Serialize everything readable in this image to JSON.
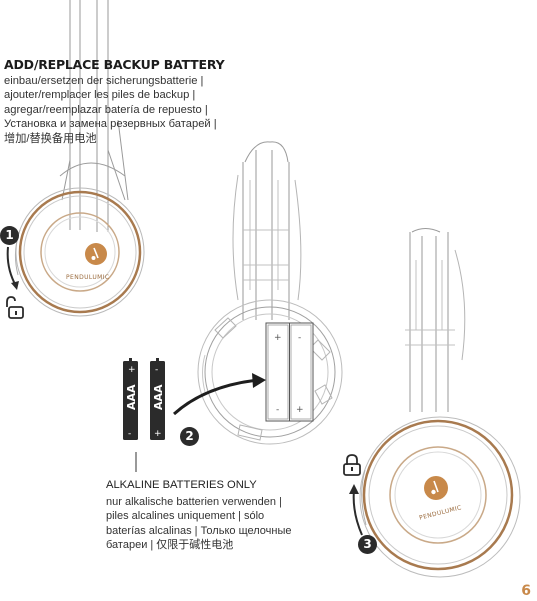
{
  "heading": {
    "title": "ADD/REPLACE BACKUP BATTERY",
    "translations": [
      "einbau/ersetzen der sicherungsbatterie  |",
      "ajouter/remplacer les piles de backup  |",
      "agregar/reemplazar batería de repuesto  |",
      "Установка и замена резервных батарей  |",
      "增加/替换备用电池"
    ]
  },
  "battery_note": {
    "title": "ALKALINE BATTERIES ONLY",
    "lines": [
      "nur alkalische batterien verwenden  |",
      "piles alcalines uniquement  |  sólo",
      "baterías alcalinas  |  Только щелочные",
      "батареи  |  仅限于碱性电池"
    ]
  },
  "steps": [
    "1",
    "2",
    "3"
  ],
  "brand": [
    "PENDULUMIC",
    "PENDULUMIC"
  ],
  "battery_label": [
    "AAA",
    "AAA"
  ],
  "polarity": {
    "plus": "+",
    "minus": "-"
  },
  "icons": [
    "lock-open-icon",
    "lock-closed-icon",
    "arrow-icon"
  ],
  "colors": {
    "accent": "#c8894a",
    "cup_ring": "#a87a4f",
    "line": "#8a8a8a",
    "battery": "#2b2b2b"
  },
  "page_number": "6"
}
